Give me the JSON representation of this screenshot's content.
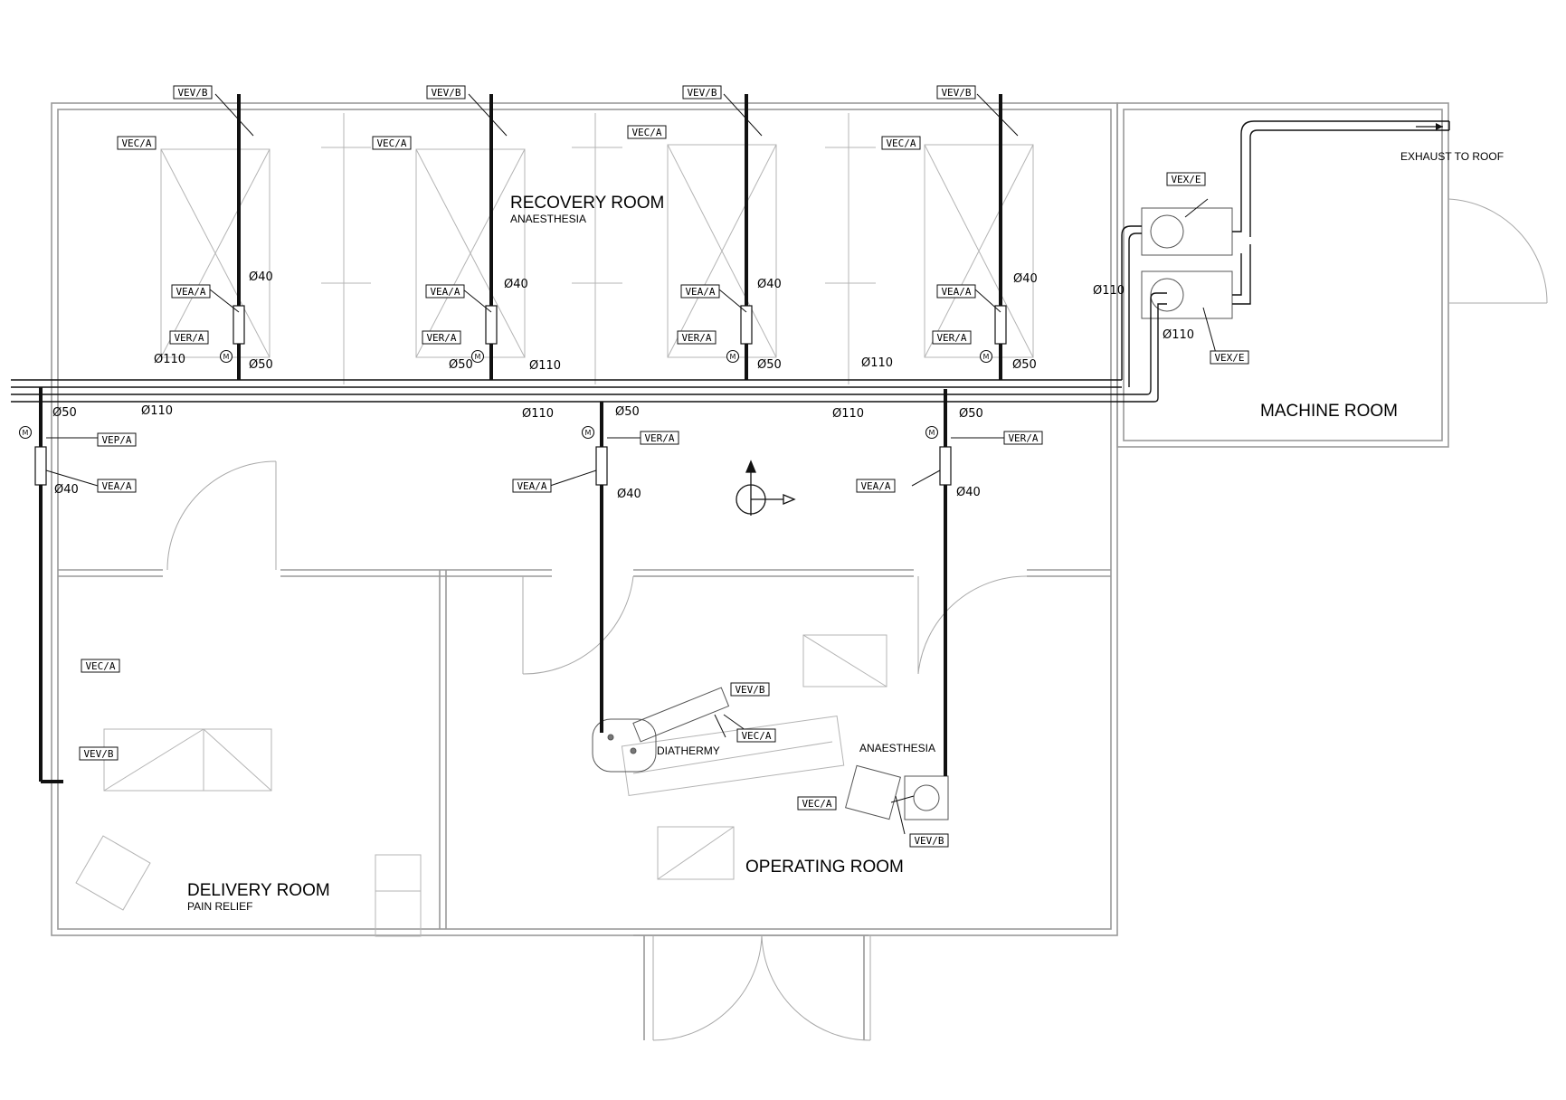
{
  "rooms": {
    "recovery": "RECOVERY ROOM",
    "recovery_sub": "ANAESTHESIA",
    "machine": "MACHINE ROOM",
    "delivery": "DELIVERY ROOM",
    "delivery_sub": "PAIN RELIEF",
    "operating": "OPERATING ROOM"
  },
  "notes": {
    "exhaust": "EXHAUST TO  ROOF",
    "diathermy": "DIATHERMY",
    "anaesthesia": "ANAESTHESIA"
  },
  "motor_symbol": "M",
  "tags": {
    "vev_b": "VEV/B",
    "vec_a": "VEC/A",
    "vea_a": "VEA/A",
    "ver_a": "VER/A",
    "vep_a": "VEP/A",
    "vex_e": "VEX/E"
  },
  "dims": {
    "d40": "Ø40",
    "d50": "Ø50",
    "d110": "Ø110"
  }
}
